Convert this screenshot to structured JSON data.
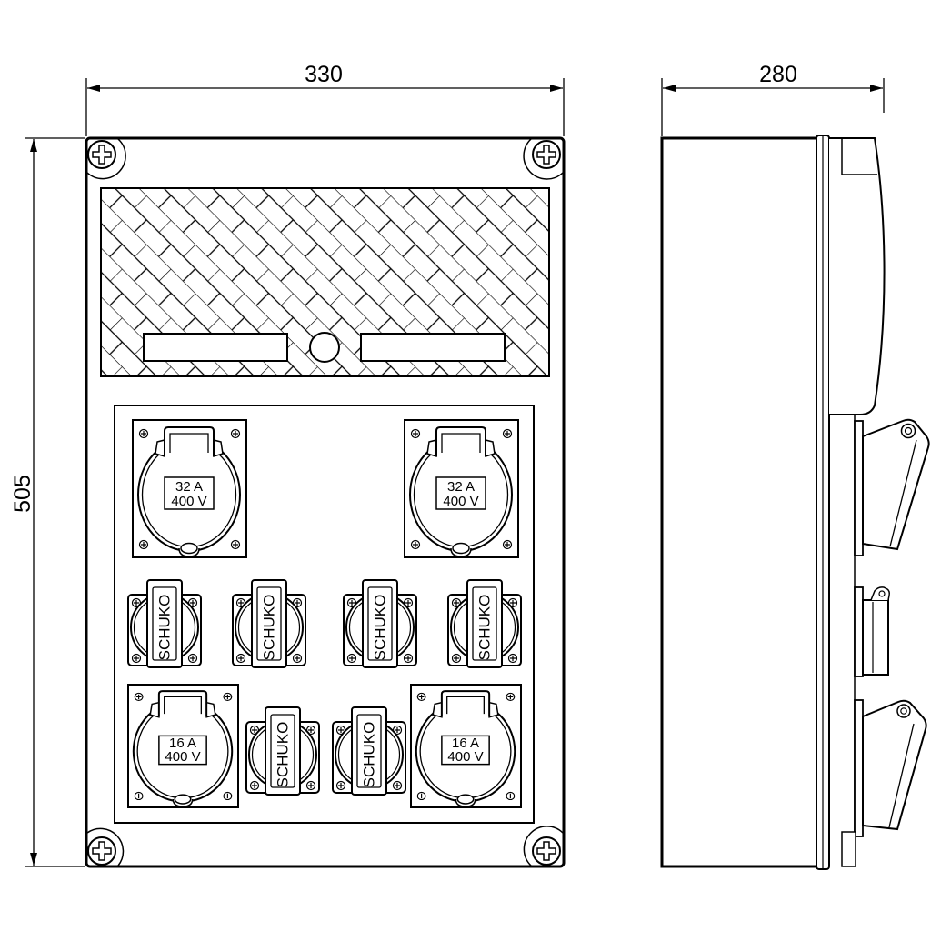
{
  "dimensions": {
    "width": "330",
    "depth": "280",
    "height": "505"
  },
  "sockets": {
    "cee_32a": {
      "current": "32 A",
      "voltage": "400 V"
    },
    "cee_16a": {
      "current": "16 A",
      "voltage": "400 V"
    },
    "schuko": {
      "label": "SCHUKO"
    }
  },
  "colors": {
    "line": "#000000",
    "background": "#ffffff"
  }
}
